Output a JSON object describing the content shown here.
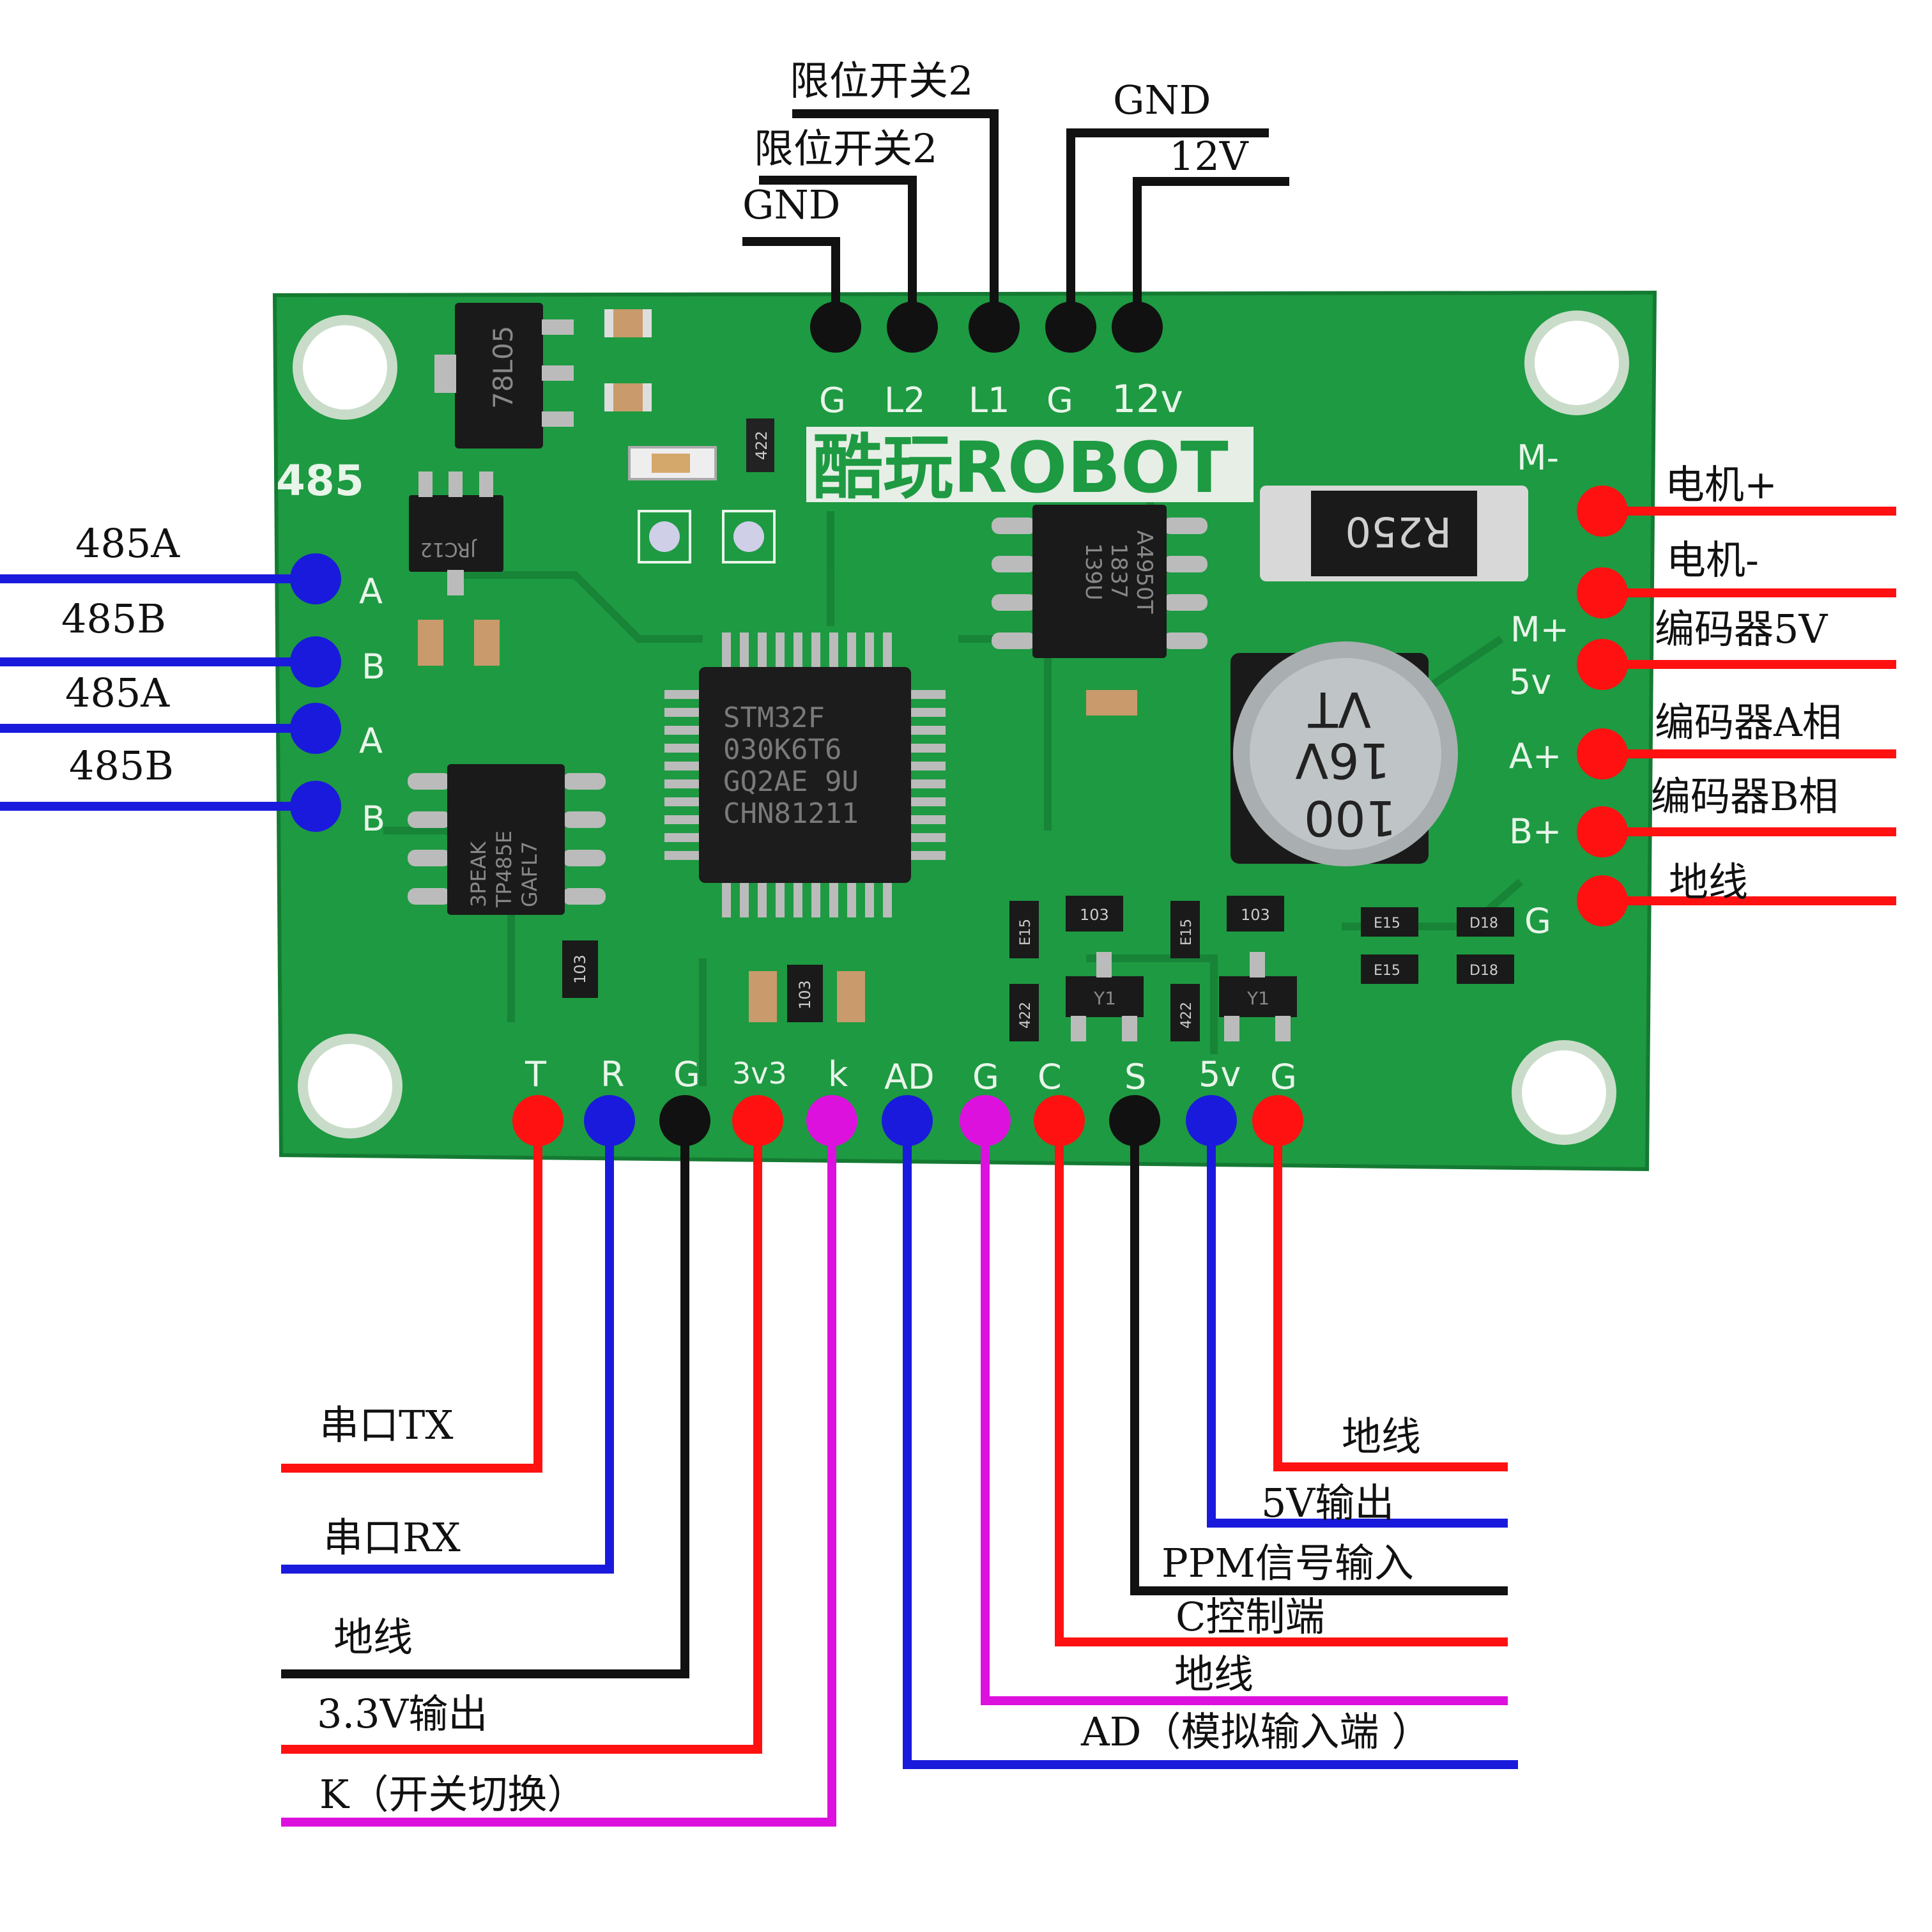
{
  "board": {
    "brand": "酷玩ROBOT",
    "section_485": "485",
    "top_pins": [
      "G",
      "L2",
      "L1",
      "G",
      "12v"
    ],
    "left_pins": [
      "A",
      "B",
      "A",
      "B"
    ],
    "right_pins": [
      "M-",
      "M+",
      "5v",
      "A+",
      "B+",
      "G"
    ],
    "bottom_pins": [
      "T",
      "R",
      "G",
      "3v3",
      "k",
      "AD",
      "G",
      "C",
      "S",
      "5v",
      "G"
    ],
    "chips": {
      "regulator": "78L05",
      "mcu": [
        "STM32F",
        "030K6T6",
        "GQ2AE 9U",
        "CHN81211"
      ],
      "driver": [
        "A4950T",
        "1837",
        "139U"
      ],
      "transceiver": [
        "3PEAK",
        "TP485E",
        "GAFL7"
      ],
      "resistor": "R250",
      "capacitor": [
        "100",
        "16V",
        "VT"
      ],
      "sot": "JRC12",
      "smd_103": "103",
      "smd_e15": "E15",
      "smd_422": "422",
      "smd_d18": "D18",
      "transistor": "Y1"
    }
  },
  "labels": {
    "top": [
      "GND",
      "限位开关2",
      "限位开关2",
      "GND",
      "12V"
    ],
    "left": [
      "485A",
      "485B",
      "485A",
      "485B"
    ],
    "right": [
      "电机+",
      "电机-",
      "编码器5V",
      "编码器A相",
      "编码器B相",
      "地线"
    ],
    "bottom_left": [
      "串口TX",
      "串口RX",
      "地线",
      "3.3V输出",
      "K（开关切换）"
    ],
    "bottom_right": [
      "地线",
      "5V输出",
      "PPM信号输入",
      "C控制端",
      "地线",
      "AD（模拟输入端 ）"
    ]
  },
  "colors": {
    "board": "#1e9a42",
    "red": "#ff1111",
    "blue": "#1a1adc",
    "black": "#111111",
    "magenta": "#dd11dd"
  }
}
